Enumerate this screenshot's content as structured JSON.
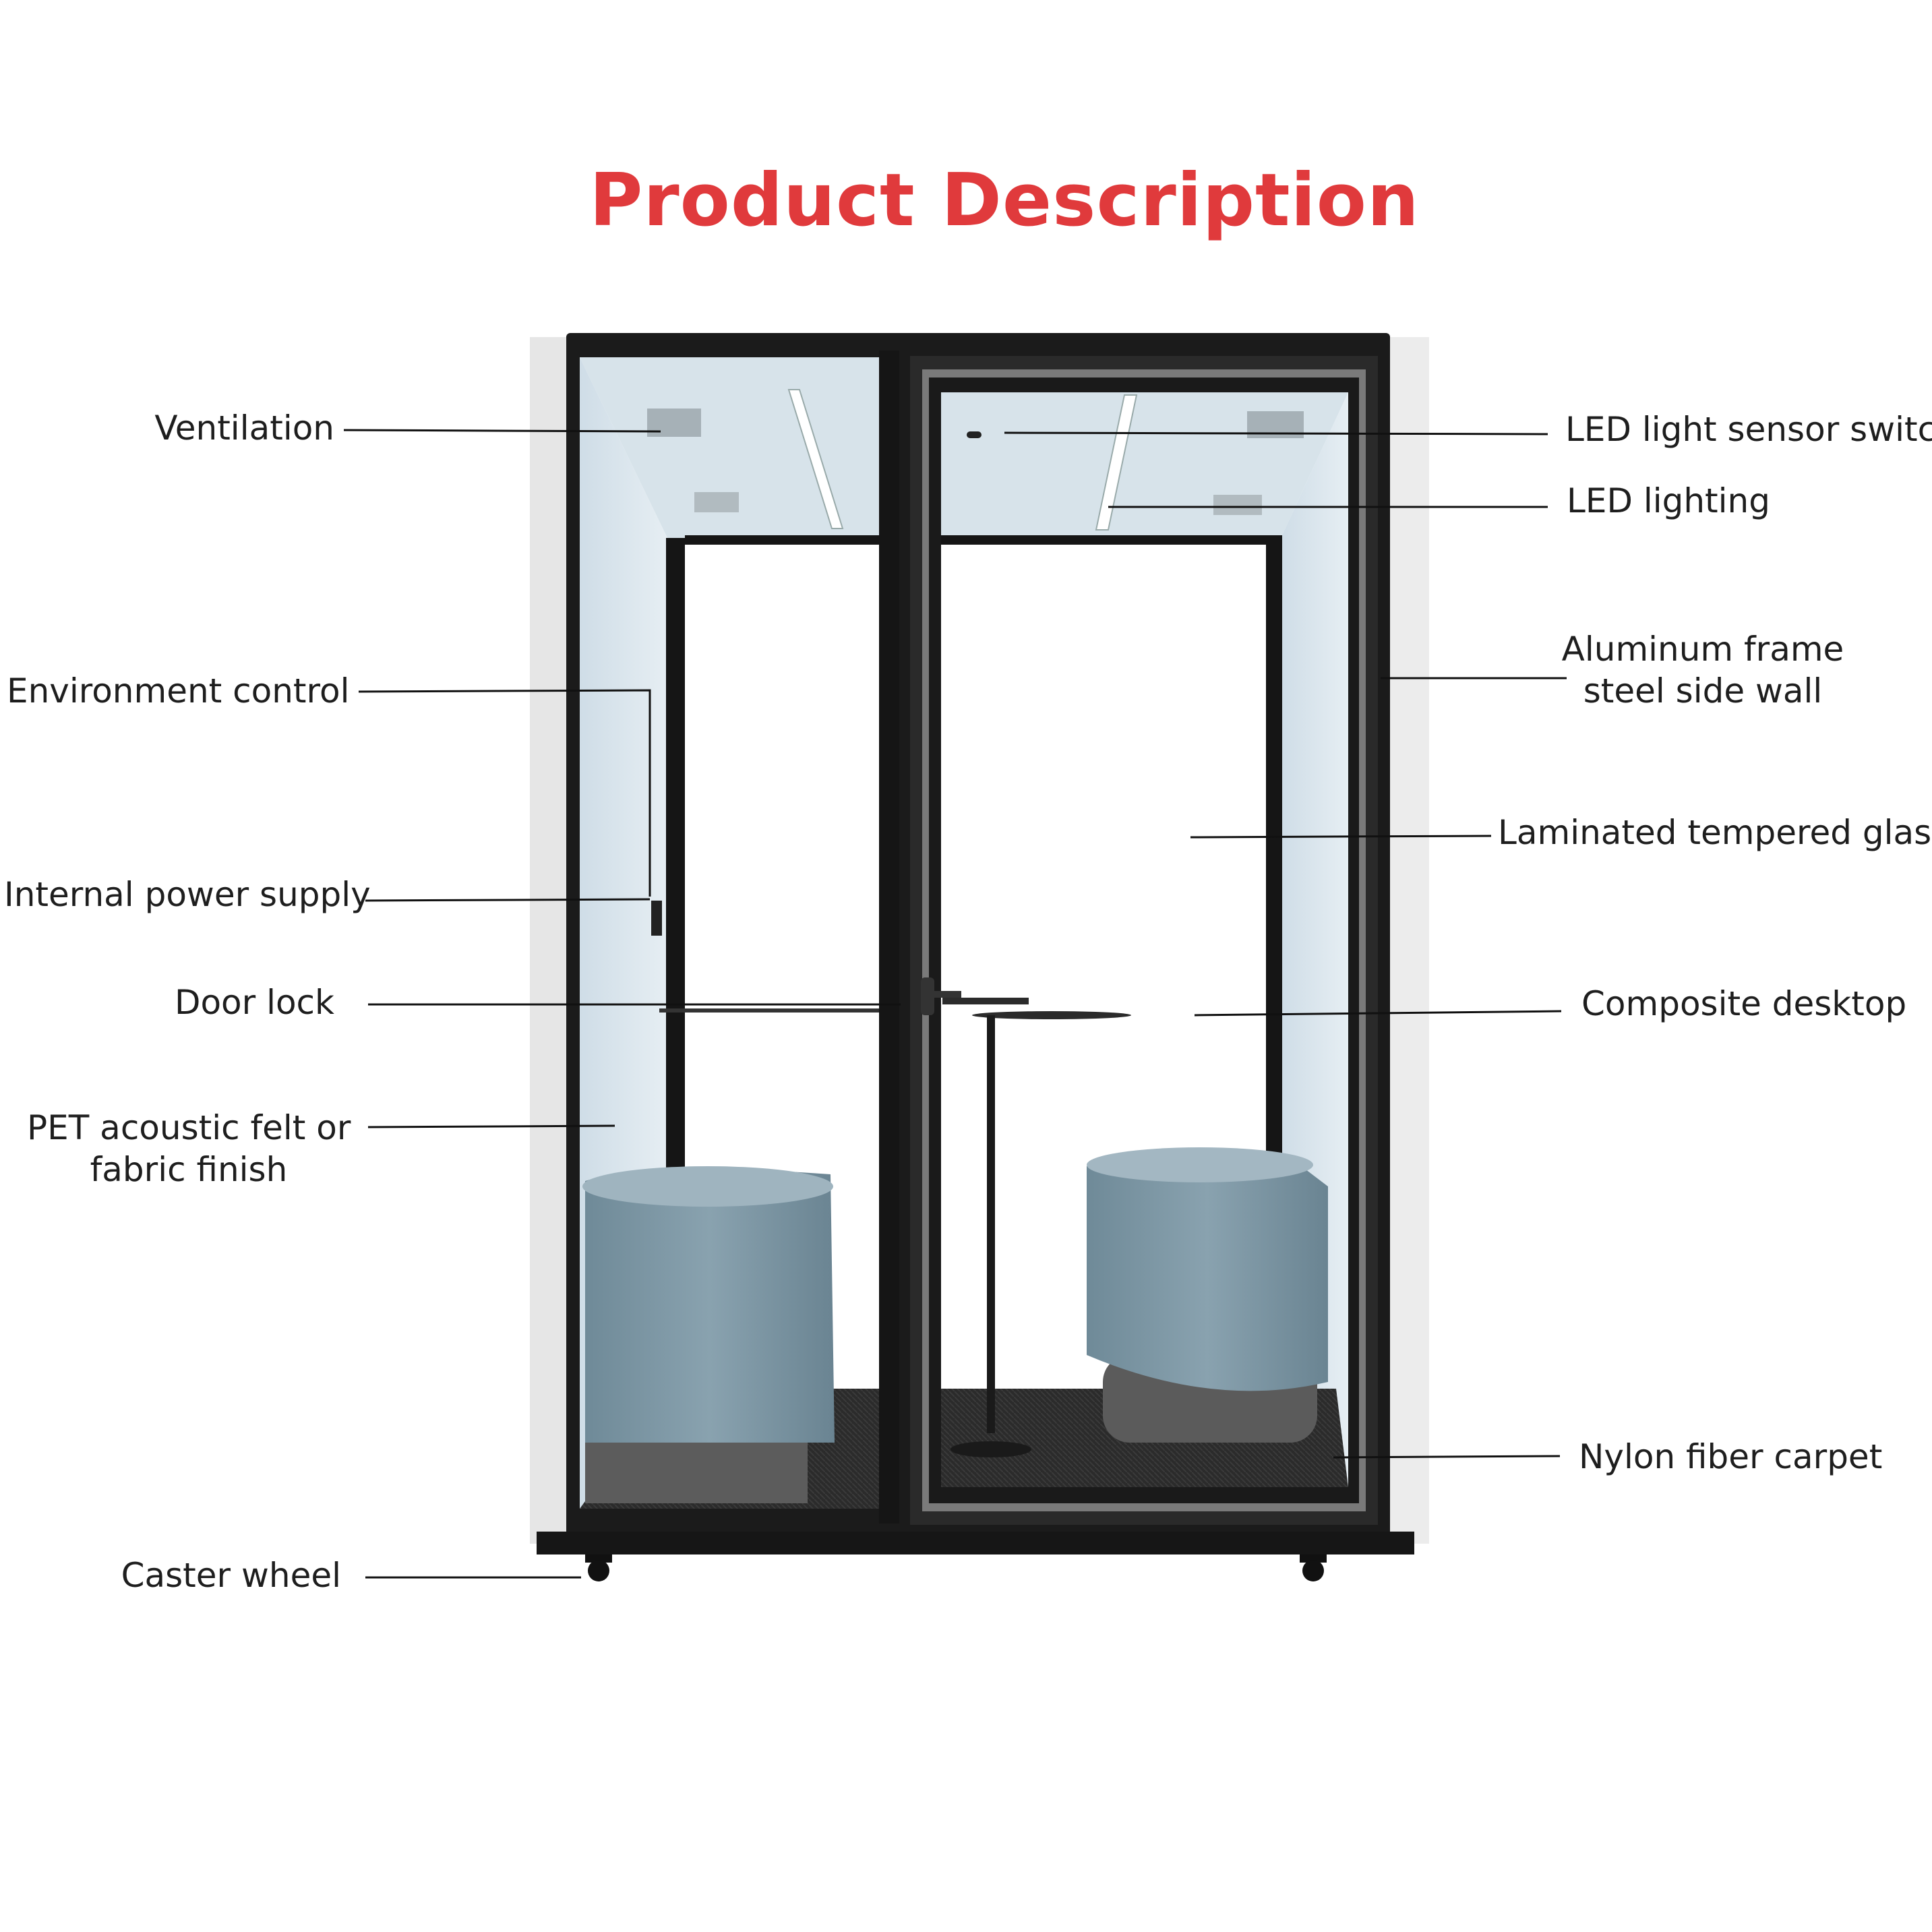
{
  "title": "Product Description",
  "colors": {
    "title": "#e03a3c",
    "frame": "#1b1b1b",
    "panel": "#dbe7ee",
    "seat": "#7c95a2",
    "carpet": "#2a2a2a"
  },
  "callouts_left": [
    {
      "id": "ventilation",
      "text": "Ventilation"
    },
    {
      "id": "environment-control",
      "text": "Environment control"
    },
    {
      "id": "internal-power-supply",
      "text": "Internal power supply"
    },
    {
      "id": "door-lock",
      "text": "Door lock"
    },
    {
      "id": "pet-acoustic",
      "lines": [
        "PET acoustic felt or",
        "fabric finish"
      ]
    },
    {
      "id": "caster-wheel",
      "text": "Caster wheel"
    }
  ],
  "callouts_right": [
    {
      "id": "led-light-sensor-switch",
      "text": "LED light sensor switch"
    },
    {
      "id": "led-lighting",
      "text": "LED lighting"
    },
    {
      "id": "aluminum-frame",
      "lines": [
        "Aluminum frame",
        "steel side wall"
      ]
    },
    {
      "id": "laminated-tempered-glass",
      "text": "Laminated tempered glass"
    },
    {
      "id": "composite-desktop",
      "text": "Composite desktop"
    },
    {
      "id": "nylon-fiber-carpet",
      "text": "Nylon fiber carpet"
    }
  ]
}
